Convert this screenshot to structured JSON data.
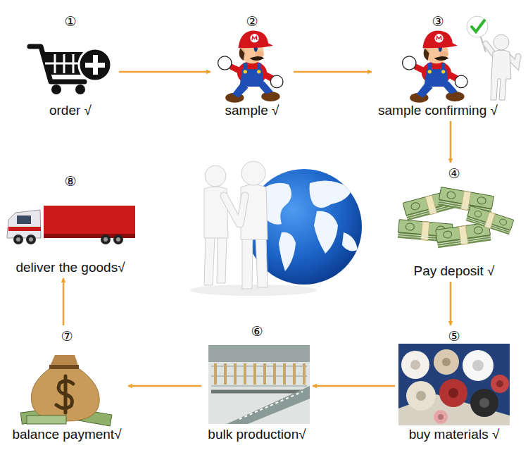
{
  "diagram": {
    "nodes": [
      {
        "text": [
          "①",
          "order √"
        ]
      },
      {
        "text": [
          "②",
          "sample √"
        ]
      },
      {
        "text": [
          "③",
          "sample confirming √"
        ]
      },
      {
        "text": [
          "④",
          "Pay deposit √"
        ]
      },
      {
        "text": [
          "⑤",
          "buy materials √"
        ]
      },
      {
        "text": [
          "⑥",
          "bulk production√"
        ]
      },
      {
        "text": [
          "⑦",
          "balance payment√"
        ]
      },
      {
        "text": [
          "⑧",
          "deliver the goods√"
        ]
      }
    ],
    "edges": [
      {
        "from": 0,
        "to": 1,
        "arrow": "to"
      },
      {
        "from": 1,
        "to": 2,
        "arrow": "to"
      },
      {
        "from": 2,
        "to": 3,
        "arrow": "to"
      },
      {
        "from": 3,
        "to": 4,
        "arrow": "to"
      },
      {
        "from": 4,
        "to": 5,
        "arrow": "to"
      },
      {
        "from": 5,
        "to": 6,
        "arrow": "to"
      },
      {
        "from": 6,
        "to": 7,
        "arrow": "to"
      }
    ]
  }
}
